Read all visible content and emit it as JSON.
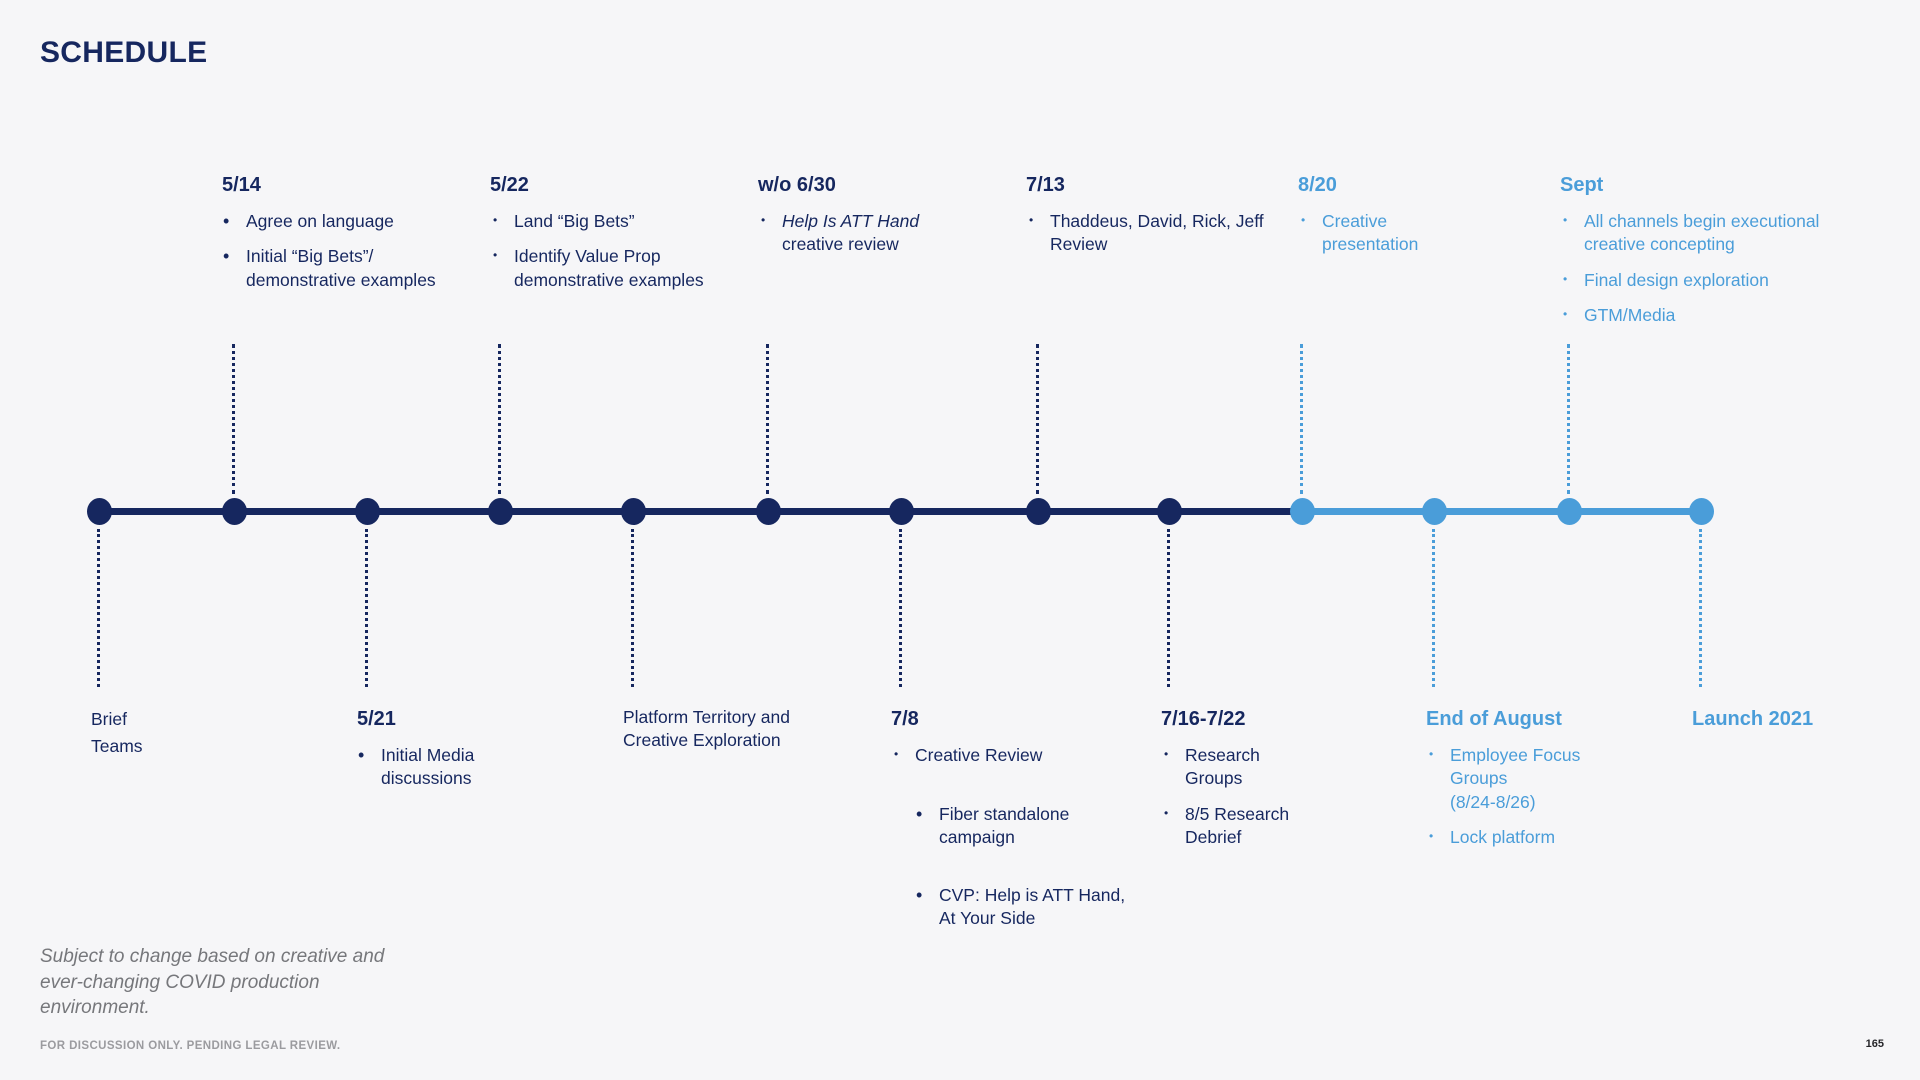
{
  "slide": {
    "title": "SCHEDULE",
    "footnote": "Subject to change based on creative and\never-changing COVID production\nenvironment.",
    "disclaimer": "FOR DISCUSSION ONLY. PENDING LEGAL REVIEW.",
    "page_number": "165"
  },
  "colors": {
    "navy": "#16275f",
    "light_blue": "#4a9dd9",
    "background": "#f6f6f8",
    "footnote_gray": "#76777b",
    "disclaimer_gray": "#9b9b9f"
  },
  "timeline": {
    "top_events": [
      {
        "date": "5/14",
        "items": [
          "Agree on language",
          "Initial “Big Bets”/\ndemonstrative examples"
        ]
      },
      {
        "date": "5/22",
        "items": [
          "Land “Big Bets”",
          "Identify Value Prop\ndemonstrative examples"
        ]
      },
      {
        "date": "w/o 6/30",
        "item_italic": "Help Is ATT Hand",
        "item_rest": "creative review"
      },
      {
        "date": "7/13",
        "items": [
          "Thaddeus, David, Rick, Jeff\nReview"
        ]
      },
      {
        "date": "8/20",
        "items": [
          "Creative\npresentation"
        ]
      },
      {
        "date": "Sept",
        "items": [
          "All channels begin executional\ncreative concepting",
          "Final design exploration",
          "GTM/Media"
        ]
      }
    ],
    "bottom_events": [
      {
        "label": "Brief\nTeams"
      },
      {
        "date": "5/21",
        "items": [
          "Initial Media\ndiscussions"
        ]
      },
      {
        "label": "Platform Territory and\nCreative Exploration"
      },
      {
        "date": "7/8",
        "items": [
          "Creative Review"
        ],
        "sub_items": [
          "Fiber standalone\ncampaign",
          "CVP: Help is ATT Hand,\nAt Your Side"
        ]
      },
      {
        "date": "7/16-7/22",
        "items": [
          "Research\nGroups",
          "8/5 Research\nDebrief"
        ]
      },
      {
        "date": "End of August",
        "items": [
          "Employee Focus\nGroups\n(8/24-8/26)",
          "Lock platform"
        ]
      },
      {
        "date": "Launch 2021"
      }
    ]
  }
}
